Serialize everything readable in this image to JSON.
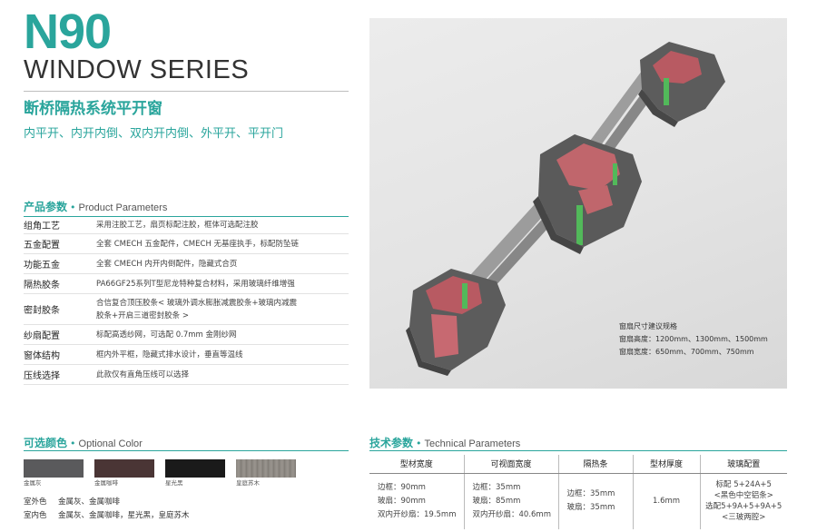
{
  "header": {
    "model": "N90",
    "series": "WINDOW SERIES",
    "subtitle": "断桥隔热系统平开窗",
    "opening_types": "内平开、内开内倒、双内开内倒、外平开、平开门"
  },
  "product_params": {
    "title_cn": "产品参数",
    "title_en": "Product Parameters",
    "rows": [
      {
        "label": "组角工艺",
        "value": "采用注胶工艺，扇页标配注胶，框体可选配注胶"
      },
      {
        "label": "五金配置",
        "value": "全套 CMECH 五金配件，CMECH 无基座执手，标配防坠链"
      },
      {
        "label": "功能五金",
        "value": "全套 CMECH 内开内倒配件，隐藏式合页"
      },
      {
        "label": "隔热胶条",
        "value": "PA66GF25系列T型尼龙特种复合材料，采用玻璃纤维增强"
      },
      {
        "label": "密封胶条",
        "value": "合信复合顶压胶条< 玻璃外调水膨胀减震胶条+玻璃内减震",
        "value2": "胶条+开启三道密封胶条 >"
      },
      {
        "label": "纱扇配置",
        "value": "标配高透纱网，可选配 0.7mm 金刚纱网"
      },
      {
        "label": "窗体结构",
        "value": "框内外平框，隐藏式排水设计，垂直等温线"
      },
      {
        "label": "压线选择",
        "value": "此款仅有直角压线可以选择"
      }
    ]
  },
  "product_image": {
    "caption_title": "窗扇尺寸建议规格",
    "caption_height": "窗扇高度：1200mm、1300mm、1500mm",
    "caption_width": "窗扇宽度：650mm、700mm、750mm"
  },
  "colors": {
    "title_cn": "可选颜色",
    "title_en": "Optional Color",
    "swatches": [
      {
        "name": "金属灰",
        "color": "#5a5a5c"
      },
      {
        "name": "金属咖啡",
        "color": "#4a3535"
      },
      {
        "name": "星光黑",
        "color": "#1a1a1a"
      },
      {
        "name": "皇庭苏木",
        "color": "#8a8680"
      }
    ],
    "exterior_label": "室外色",
    "exterior_value": "金属灰、金属咖啡",
    "interior_label": "室内色",
    "interior_value": "金属灰、金属咖啡，星光黑，皇庭苏木"
  },
  "tech_params": {
    "title_cn": "技术参数",
    "title_en": "Technical Parameters",
    "headers": [
      "型材宽度",
      "可视面宽度",
      "隔热条",
      "型材厚度",
      "玻璃配置"
    ],
    "profile_width": [
      "边框：90mm",
      "玻扇：90mm",
      "双内开纱扇：19.5mm"
    ],
    "visible_width": [
      "边框：35mm",
      "玻扇：85mm",
      "双内开纱扇：40.6mm"
    ],
    "thermal_strip": [
      "边框：35mm",
      "玻扇：35mm"
    ],
    "thickness": "1.6mm",
    "glass": [
      "标配 5+24A+5",
      "<黑色中空铝条>",
      "选配5+9A+5+9A+5",
      "<三玻两腔>"
    ]
  },
  "accent_color": "#2aa59c"
}
